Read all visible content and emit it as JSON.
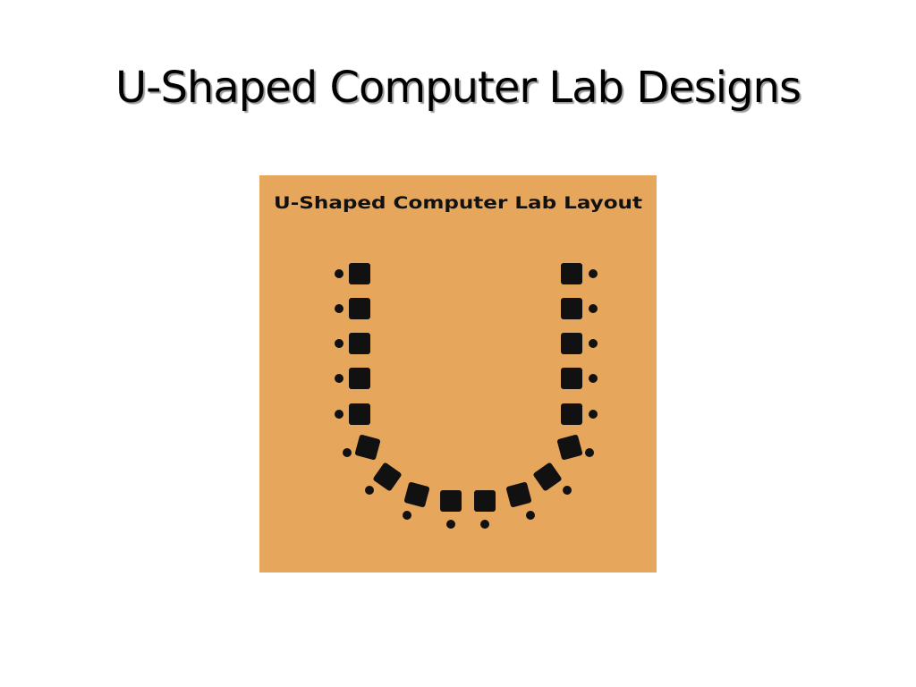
{
  "slide": {
    "title": "U-Shaped Computer Lab Designs"
  },
  "diagram": {
    "title": "U-Shaped Computer Lab Layout",
    "background_color": "#E6A65B",
    "mark_color": "#111111",
    "workstation_count": 18,
    "seat_count": 18
  }
}
